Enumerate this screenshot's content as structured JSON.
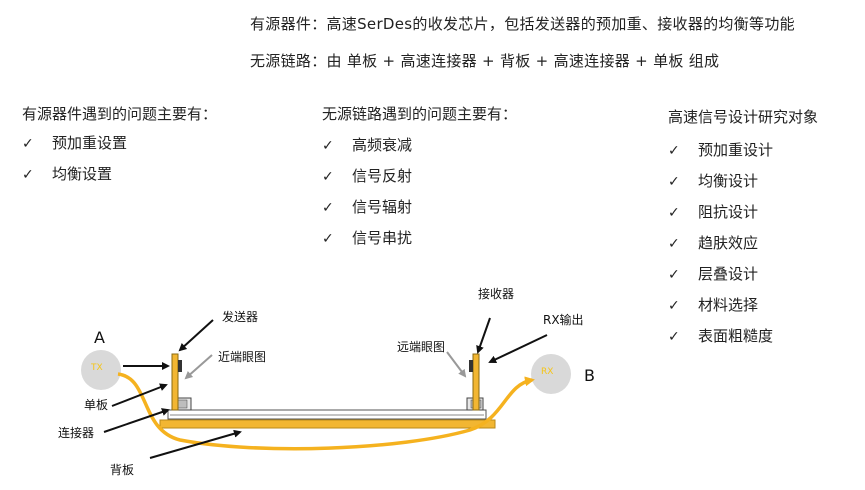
{
  "header": {
    "active_line": "有源器件：高速SerDes的收发芯片，包括发送器的预加重、接收器的均衡等功能",
    "passive_line": "无源链路：由 单板 + 高速连接器 + 背板 + 高速连接器 + 单板 组成"
  },
  "columns": [
    {
      "title": "有源器件遇到的问题主要有：",
      "items": [
        "预加重设置",
        "均衡设置"
      ]
    },
    {
      "title": "无源链路遇到的问题主要有：",
      "items": [
        "高频衰减",
        "信号反射",
        "信号辐射",
        "信号串扰"
      ]
    },
    {
      "title": "高速信号设计研究对象",
      "items": [
        "预加重设计",
        "均衡设计",
        "阻抗设计",
        "趋肤效应",
        "层叠设计",
        "材料选择",
        "表面粗糙度"
      ]
    }
  ],
  "check_mark": "✓",
  "diagram": {
    "label_a": "A",
    "label_b": "B",
    "tx_text": "TX",
    "rx_text": "RX",
    "transmitter": "发送器",
    "near_eye": "近端眼图",
    "board": "单板",
    "connector": "连接器",
    "backplane": "背板",
    "receiver": "接收器",
    "rx_output": "RX输出",
    "far_eye": "远端眼图"
  },
  "colors": {
    "signal_trace": "#f5b21f",
    "backplane": "#f2b632",
    "chip_circle": "#d9d9d9",
    "eye_arrow": "#999999"
  }
}
